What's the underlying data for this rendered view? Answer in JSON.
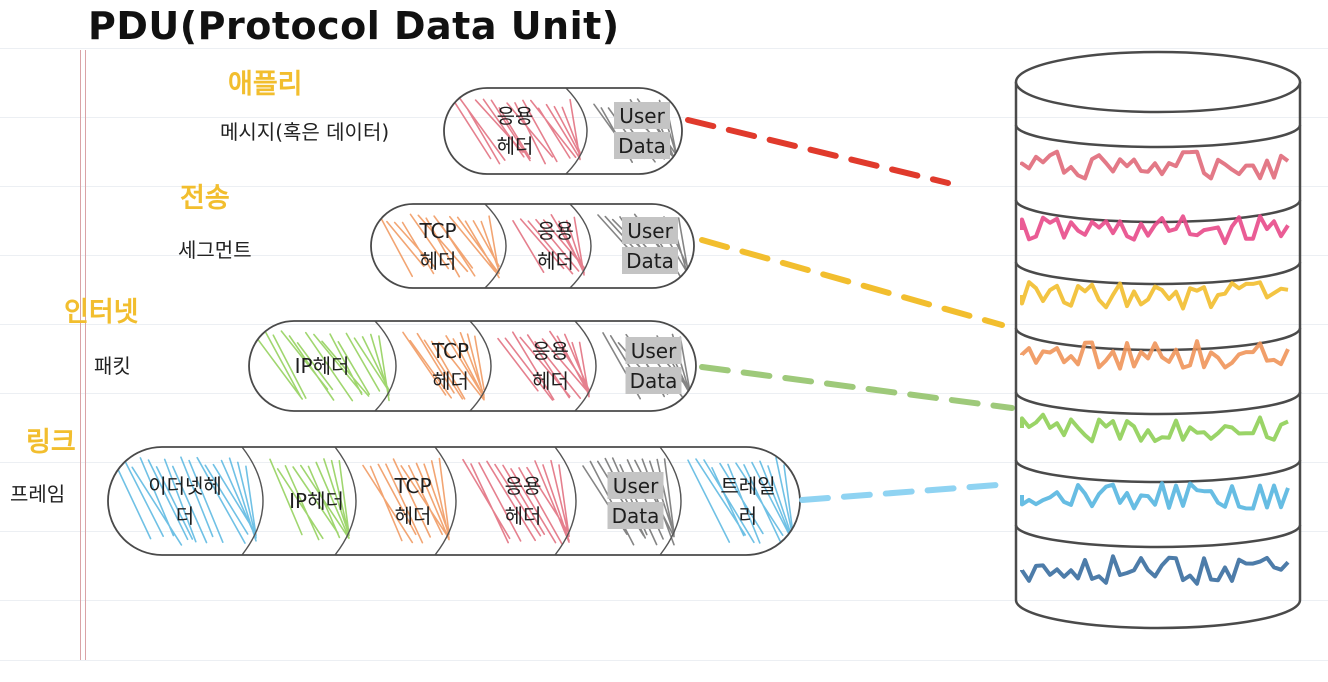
{
  "title": "PDU(Protocol Data Unit)",
  "layers": [
    {
      "label": "애플리",
      "pdu": "메시지(혹은 데이터)"
    },
    {
      "label": "전송",
      "pdu": "세그먼트"
    },
    {
      "label": "인터넷",
      "pdu": "패킷"
    },
    {
      "label": "링크",
      "pdu": "프레임"
    }
  ],
  "segments": {
    "app_header": [
      "응용",
      "헤더"
    ],
    "user_data": [
      "User",
      "Data"
    ],
    "tcp_header": [
      "TCP",
      "헤더"
    ],
    "ip_header": [
      "IP헤더"
    ],
    "eth_header": [
      "이더넷헤",
      "더"
    ],
    "trailer": [
      "트레일",
      "러"
    ]
  },
  "colors": {
    "app": "#e06a7a",
    "data": "#707070",
    "tcp": "#f0955a",
    "ip": "#8fcf56",
    "eth": "#57b6e0",
    "line_red": "#e03a2c",
    "line_yellow": "#f2be2e",
    "line_green": "#9ec97a",
    "line_blue": "#8fd3f2",
    "stack_pink": "#e84a8a",
    "stack_navy": "#3a6ea0"
  }
}
